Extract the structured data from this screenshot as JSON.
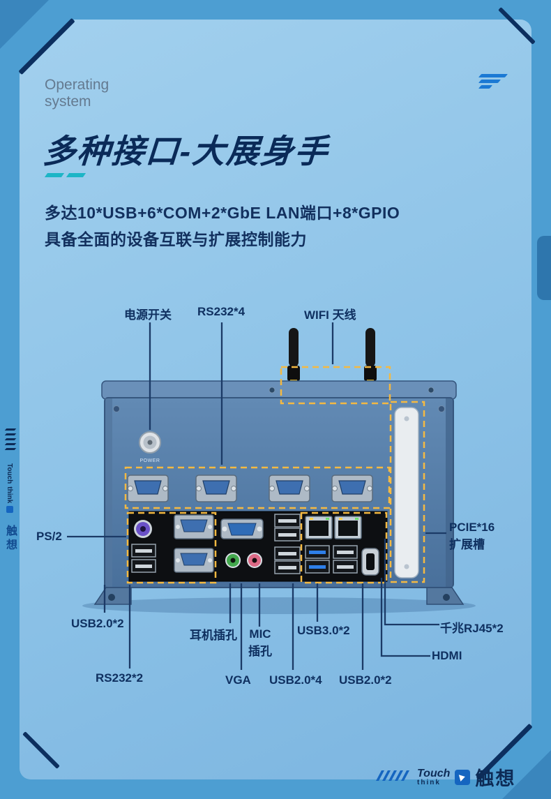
{
  "page": {
    "outer_bg": "#4d9ed2",
    "panel_bg": "#8cc2e7",
    "navy": "#0d2b56",
    "highlight_gold": "#f4b942",
    "accent_teal": "#1db5c6",
    "brand_blue": "#1565c0"
  },
  "header": {
    "eyebrow_line1": "Operating",
    "eyebrow_line2": "system",
    "title": "多种接口-大展身手",
    "subtitle_line1": "多达10*USB+6*COM+2*GbE LAN端口+8*GPIO",
    "subtitle_line2": "具备全面的设备互联与扩展控制能力"
  },
  "callouts": {
    "power_switch": "电源开关",
    "rs232_top": "RS232*4",
    "wifi_antenna": "WIFI 天线",
    "ps2": "PS/2",
    "usb2_left": "USB2.0*2",
    "rs232_left": "RS232*2",
    "headphone_jack": "耳机插孔",
    "mic_line1": "MIC",
    "mic_line2": "插孔",
    "vga": "VGA",
    "usb3": "USB3.0*2",
    "usb2_bottom4": "USB2.0*4",
    "usb2_bottom2": "USB2.0*2",
    "hdmi": "HDMI",
    "rj45": "千兆RJ45*2",
    "pcie_line1": "PCIE*16",
    "pcie_line2": "扩展槽"
  },
  "device": {
    "power_button_label": "POWER"
  },
  "brand": {
    "touch": "Touch",
    "think": "think",
    "cn": "触想"
  }
}
